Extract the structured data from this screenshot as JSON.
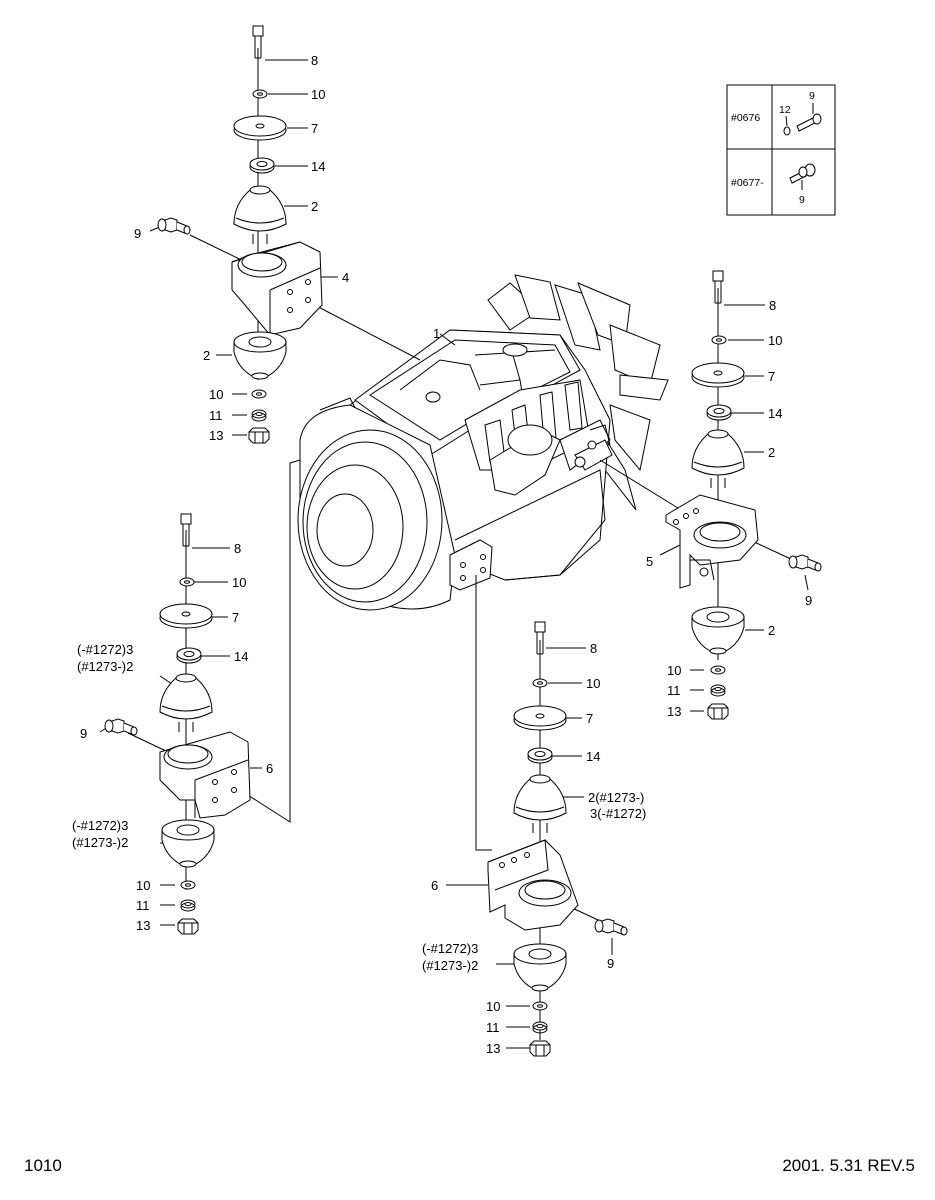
{
  "page_number": "1010",
  "revision": "2001. 5.31  REV.5",
  "inset": {
    "serial_top": "#0676",
    "serial_bottom": "#0677-",
    "top_label_12": "12",
    "top_label_9": "9",
    "bottom_label_9": "9"
  },
  "callouts": {
    "engine": "1",
    "tl_8": "8",
    "tl_10": "10",
    "tl_7": "7",
    "tl_14": "14",
    "tl_2a": "2",
    "tl_9": "9",
    "tl_4": "4",
    "tl_2b": "2",
    "tl_10b": "10",
    "tl_11": "11",
    "tl_13": "13",
    "r_8": "8",
    "r_10": "10",
    "r_7": "7",
    "r_14": "14",
    "r_2a": "2",
    "r_5": "5",
    "r_9": "9",
    "r_2b": "2",
    "r_10b": "10",
    "r_11": "11",
    "r_13": "13",
    "l_8": "8",
    "l_10": "10",
    "l_7": "7",
    "l_3a": "(-#1272)3",
    "l_2a": "(#1273-)2",
    "l_14": "14",
    "l_9": "9",
    "l_6": "6",
    "l_3b": "(-#1272)3",
    "l_2b": "(#1273-)2",
    "l_10b": "10",
    "l_11": "11",
    "l_13": "13",
    "c_8": "8",
    "c_10": "10",
    "c_7": "7",
    "c_14": "14",
    "c_2a": "2(#1273-)",
    "c_3a": "3(-#1272)",
    "c_6": "6",
    "c_9": "9",
    "c_3b": "(-#1272)3",
    "c_2b": "(#1273-)2",
    "c_10b": "10",
    "c_11": "11",
    "c_13": "13"
  }
}
